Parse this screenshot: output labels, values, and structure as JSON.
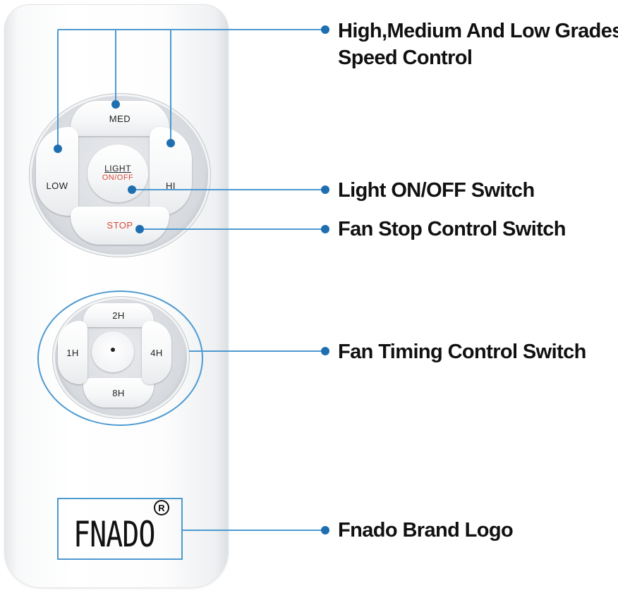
{
  "remote": {
    "buttons": {
      "med": "MED",
      "low": "LOW",
      "hi": "HI",
      "light_top": "LIGHT",
      "light_bottom": "ON/OFF",
      "stop": "STOP"
    },
    "timer_buttons": {
      "t2h": "2H",
      "t1h": "1H",
      "t4h": "4H",
      "t8h": "8H"
    },
    "logo": {
      "text": "FNADO",
      "mark": "R"
    }
  },
  "callouts": {
    "speed_line1": "High,Medium And Low Grades",
    "speed_line2": "Speed Control",
    "light": "Light ON/OFF Switch",
    "stop": "Fan Stop Control Switch",
    "timing": "Fan Timing Control Switch",
    "brand": "Fnado Brand Logo"
  },
  "colors": {
    "leader_line": "#4d9ad1",
    "marker_dot": "#1f6fb0",
    "accent_red": "#d94a39",
    "label_text": "#111111"
  }
}
